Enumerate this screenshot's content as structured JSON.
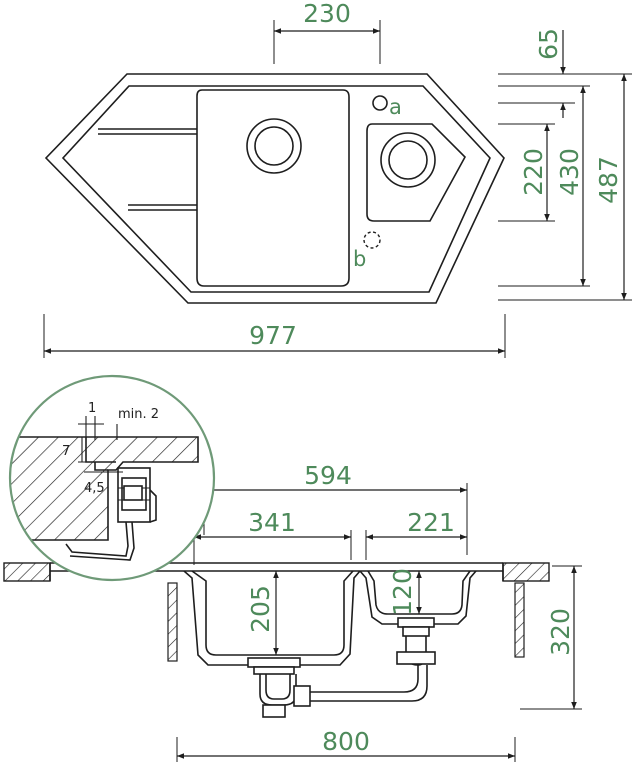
{
  "colors": {
    "line": "#1e1e1e",
    "dimension_text": "#4e8a5b",
    "background": "#ffffff",
    "hatch": "#1e1e1e",
    "detail_circle": "#6f9a78"
  },
  "top_view": {
    "dims": {
      "drain_spacing": "230",
      "rim_offset": "65",
      "small_bowl_depth": "220",
      "inner_depth": "430",
      "overall_depth": "487",
      "overall_width": "977"
    },
    "labels": {
      "tap_hole": "a",
      "overflow": "b"
    }
  },
  "section_view": {
    "dims": {
      "drain_to_drain": "594",
      "large_bowl_width": "341",
      "small_bowl_width": "221",
      "large_bowl_depth": "205",
      "small_bowl_depth": "120",
      "installation_height": "320",
      "cabinet_width": "800"
    }
  },
  "detail_view": {
    "dims": {
      "gap": "1",
      "min_overlap": "min. 2",
      "height": "7",
      "clip": "4,5"
    }
  }
}
